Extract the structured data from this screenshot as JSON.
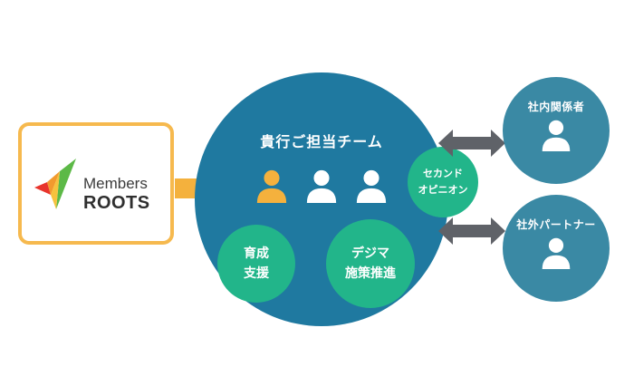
{
  "logo": {
    "line1": "Members",
    "line2": "ROOTS",
    "colors": [
      "#e8342c",
      "#f29a2e",
      "#5cb947"
    ]
  },
  "team": {
    "title": "貴行ご担当チーム",
    "members": [
      {
        "icon": "person-icon",
        "color": "#f4b13d"
      },
      {
        "icon": "person-icon",
        "color": "#ffffff"
      },
      {
        "icon": "person-icon",
        "color": "#ffffff"
      }
    ]
  },
  "services": [
    {
      "lines": [
        "育成",
        "支援"
      ]
    },
    {
      "lines": [
        "デジマ",
        "施策推進"
      ]
    }
  ],
  "second_opinion": {
    "lines": [
      "セカンド",
      "オピニオン"
    ]
  },
  "stakeholders": [
    {
      "label": "社内関係者",
      "icon": "person-icon"
    },
    {
      "label": "社外パートナー",
      "icon": "person-icon"
    }
  ],
  "colors": {
    "orange_border": "#f6b94e",
    "orange_arrow": "#f4b13d",
    "team_blue": "#1f79a0",
    "green": "#22b58a",
    "stakeholder_blue": "#3a89a4",
    "arrow_gray": "#5f6268"
  }
}
